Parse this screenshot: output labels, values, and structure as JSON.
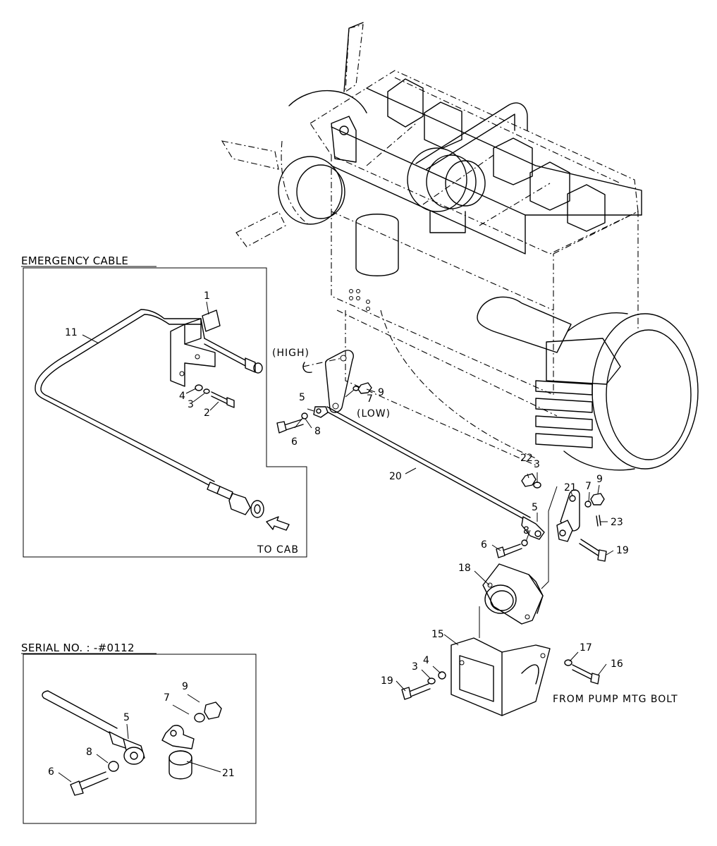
{
  "headings": {
    "emergency_cable": "EMERGENCY CABLE",
    "serial_no": "SERIAL NO. : -#0112"
  },
  "captions": {
    "high": "(HIGH)",
    "low": "(LOW)",
    "to_cab": "TO CAB",
    "from_pump": "FROM PUMP MTG BOLT"
  },
  "callouts": {
    "c1": "1",
    "c2": "2",
    "c3": "3",
    "c4": "4",
    "c11": "11",
    "c5": "5",
    "c6": "6",
    "c7": "7",
    "c8": "8",
    "c9": "9",
    "c20": "20",
    "c22": "22",
    "c3b": "3",
    "c21": "21",
    "c7b": "7",
    "c9b": "9",
    "c23": "23",
    "c5b": "5",
    "c8b": "8",
    "c6b": "6",
    "c19": "19",
    "c18": "18",
    "c15": "15",
    "c17": "17",
    "c16": "16",
    "c4b": "4",
    "c3c": "3",
    "c19b": "19",
    "s9": "9",
    "s7": "7",
    "s5": "5",
    "s8": "8",
    "s6": "6",
    "s21": "21"
  }
}
